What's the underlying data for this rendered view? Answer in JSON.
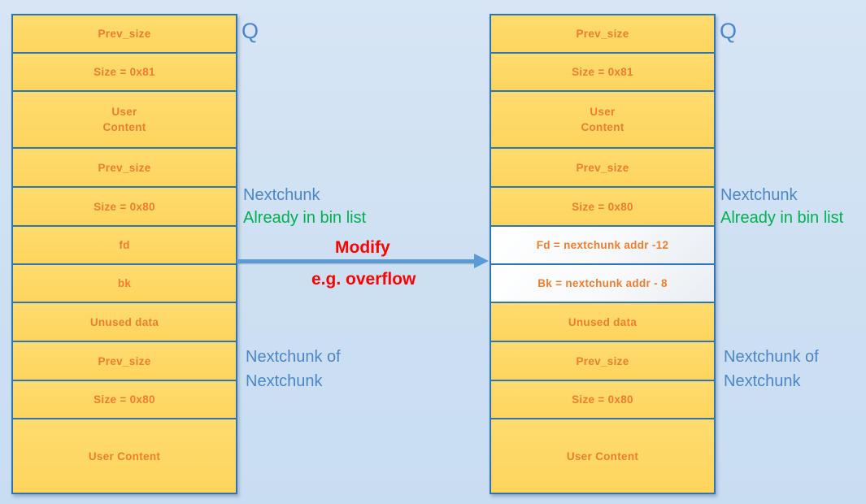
{
  "palette": {
    "background_blue": "#cde0f2",
    "cell_fill_yellow": "#ffd966",
    "cell_border_blue": "#2e75b6",
    "cell_text_orange": "#ed7d31",
    "modified_cell_fill": "#ffffff",
    "annotation_blue": "#4a86c8",
    "annotation_green": "#00b050",
    "annotation_red": "#ff0000",
    "arrow_blue": "#5b9bd5"
  },
  "left_column": {
    "title": "chunk layout before overflow",
    "cells": [
      {
        "label": "Prev_size"
      },
      {
        "label": "Size = 0x81"
      },
      {
        "label": "User\nContent"
      },
      {
        "label": "Prev_size"
      },
      {
        "label": "Size = 0x80"
      },
      {
        "label": "fd"
      },
      {
        "label": "bk"
      },
      {
        "label": "Unused data"
      },
      {
        "label": "Prev_size"
      },
      {
        "label": "Size = 0x80"
      },
      {
        "label": "User Content"
      }
    ]
  },
  "right_column": {
    "title": "chunk layout after overflow",
    "cells": [
      {
        "label": "Prev_size"
      },
      {
        "label": "Size = 0x81"
      },
      {
        "label": "User\nContent"
      },
      {
        "label": "Prev_size"
      },
      {
        "label": "Size = 0x80"
      },
      {
        "label": "Fd = nextchunk addr -12",
        "modified": true
      },
      {
        "label": "Bk = nextchunk addr - 8",
        "modified": true
      },
      {
        "label": "Unused data"
      },
      {
        "label": "Prev_size"
      },
      {
        "label": "Size = 0x80"
      },
      {
        "label": "User Content"
      }
    ]
  },
  "annotations": {
    "left_q": "Q",
    "right_q": "Q",
    "left_nextchunk": "Nextchunk",
    "left_already_in_bin": "Already in bin list",
    "right_nextchunk": "Nextchunk",
    "right_already_in_bin": "Already in bin list",
    "modify": "Modify",
    "overflow": "e.g. overflow",
    "left_nextchunk_of_nextchunk": "Nextchunk of\nNextchunk",
    "right_nextchunk_of_nextchunk": "Nextchunk of\nNextchunk"
  }
}
